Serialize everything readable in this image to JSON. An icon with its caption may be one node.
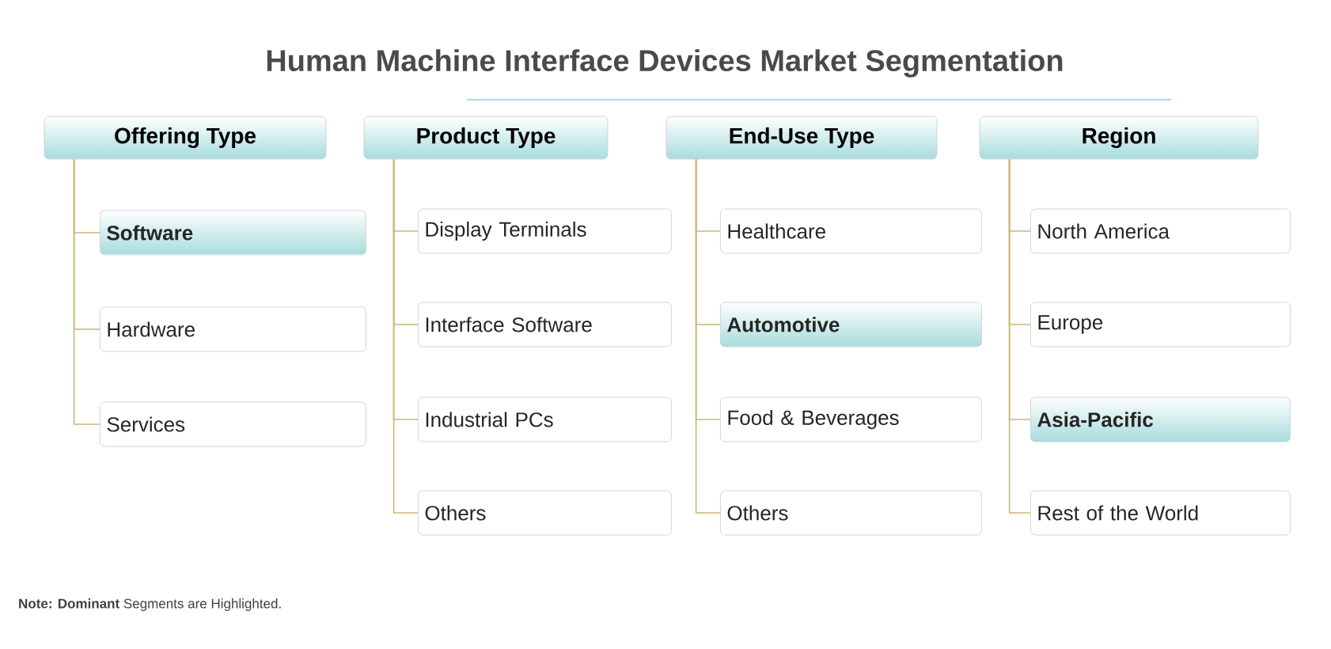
{
  "diagram": {
    "title": "Human Machine Interface Devices Market Segmentation",
    "nodes": [
      {
        "text": [
          "Offering Type"
        ]
      },
      {
        "text": [
          "Software"
        ]
      },
      {
        "text": [
          "Hardware"
        ]
      },
      {
        "text": [
          "Services"
        ]
      },
      {
        "text": [
          "Product Type"
        ]
      },
      {
        "text": [
          "Display Terminals"
        ]
      },
      {
        "text": [
          "Interface Software"
        ]
      },
      {
        "text": [
          "Industrial PCs"
        ]
      },
      {
        "text": [
          "Others"
        ]
      },
      {
        "text": [
          "End-Use Type"
        ]
      },
      {
        "text": [
          "Healthcare"
        ]
      },
      {
        "text": [
          "Automotive"
        ]
      },
      {
        "text": [
          "Food & Beverages"
        ]
      },
      {
        "text": [
          "Others"
        ]
      },
      {
        "text": [
          "Region"
        ]
      },
      {
        "text": [
          "North America"
        ]
      },
      {
        "text": [
          "Europe"
        ]
      },
      {
        "text": [
          "Asia-Pacific"
        ]
      },
      {
        "text": [
          "Rest of the World"
        ]
      }
    ],
    "edges": [
      {
        "from": 0,
        "to": 1,
        "arrow": "none"
      },
      {
        "from": 0,
        "to": 2,
        "arrow": "none"
      },
      {
        "from": 0,
        "to": 3,
        "arrow": "none"
      },
      {
        "from": 4,
        "to": 5,
        "arrow": "none"
      },
      {
        "from": 4,
        "to": 6,
        "arrow": "none"
      },
      {
        "from": 4,
        "to": 7,
        "arrow": "none"
      },
      {
        "from": 4,
        "to": 8,
        "arrow": "none"
      },
      {
        "from": 9,
        "to": 10,
        "arrow": "none"
      },
      {
        "from": 9,
        "to": 11,
        "arrow": "none"
      },
      {
        "from": 9,
        "to": 12,
        "arrow": "none"
      },
      {
        "from": 9,
        "to": 13,
        "arrow": "none"
      },
      {
        "from": 14,
        "to": 15,
        "arrow": "none"
      },
      {
        "from": 14,
        "to": 16,
        "arrow": "none"
      },
      {
        "from": 14,
        "to": 17,
        "arrow": "none"
      },
      {
        "from": 14,
        "to": 18,
        "arrow": "none"
      }
    ],
    "labels": [
      "**Note: Dominant** Segments are Highlighted."
    ]
  }
}
